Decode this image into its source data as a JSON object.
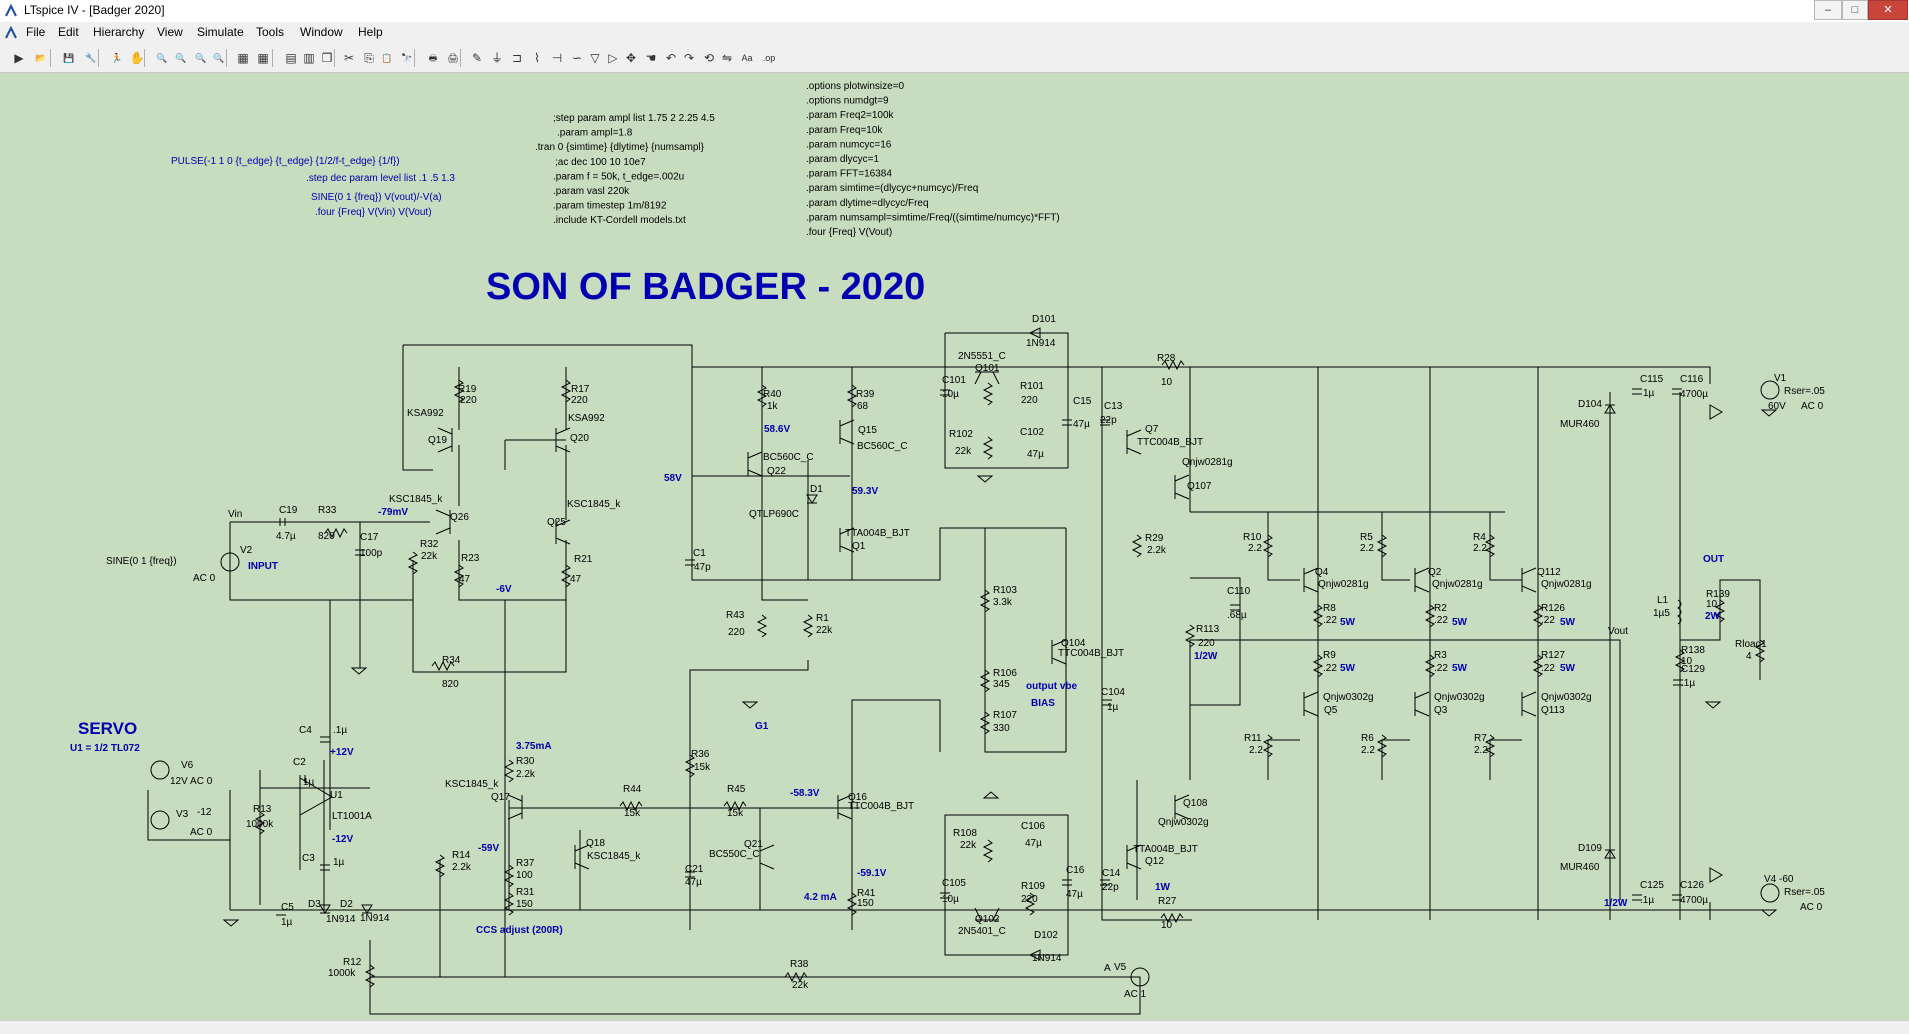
{
  "window": {
    "title": "LTspice IV - [Badger 2020]",
    "minimize": "–",
    "maximize": "□",
    "close": "✕"
  },
  "menu": [
    "File",
    "Edit",
    "Hierarchy",
    "View",
    "Simulate",
    "Tools",
    "Window",
    "Help"
  ],
  "mdi": {
    "minimize": "_",
    "restore": "❐",
    "close": "✕"
  },
  "toolbar": [
    {
      "name": "run-icon",
      "glyph": "▶"
    },
    {
      "name": "open-icon",
      "glyph": "📂"
    },
    {
      "name": "save-icon",
      "glyph": "💾"
    },
    {
      "name": "control-panel-icon",
      "glyph": "🔧"
    },
    {
      "name": "run-sim-icon",
      "glyph": "🏃"
    },
    {
      "name": "halt-icon",
      "glyph": "✋"
    },
    {
      "name": "zoom-in-icon",
      "glyph": "🔍"
    },
    {
      "name": "zoom-pan-icon",
      "glyph": "🔍"
    },
    {
      "name": "zoom-out-icon",
      "glyph": "🔍"
    },
    {
      "name": "zoom-fit-icon",
      "glyph": "🔍"
    },
    {
      "name": "autorange-icon",
      "glyph": "▦"
    },
    {
      "name": "grid-icon",
      "glyph": "▦"
    },
    {
      "name": "tile-horizontal-icon",
      "glyph": "▤"
    },
    {
      "name": "tile-vertical-icon",
      "glyph": "▥"
    },
    {
      "name": "cascade-icon",
      "glyph": "❐"
    },
    {
      "name": "cut-icon",
      "glyph": "✂"
    },
    {
      "name": "copy-icon",
      "glyph": "⎘"
    },
    {
      "name": "paste-icon",
      "glyph": "📋"
    },
    {
      "name": "find-icon",
      "glyph": "🔭"
    },
    {
      "name": "print-preview-icon",
      "glyph": "🖶"
    },
    {
      "name": "print-icon",
      "glyph": "🖨"
    },
    {
      "name": "wire-icon",
      "glyph": "✎"
    },
    {
      "name": "ground-icon",
      "glyph": "⏚"
    },
    {
      "name": "label-net-icon",
      "glyph": "⊐"
    },
    {
      "name": "resistor-icon",
      "glyph": "⌇"
    },
    {
      "name": "capacitor-icon",
      "glyph": "⊣"
    },
    {
      "name": "inductor-icon",
      "glyph": "∽"
    },
    {
      "name": "diode-icon",
      "glyph": "▽"
    },
    {
      "name": "component-icon",
      "glyph": "▷"
    },
    {
      "name": "move-icon",
      "glyph": "✥"
    },
    {
      "name": "drag-icon",
      "glyph": "☚"
    },
    {
      "name": "undo-icon",
      "glyph": "↶"
    },
    {
      "name": "redo-icon",
      "glyph": "↷"
    },
    {
      "name": "rotate-icon",
      "glyph": "⟲"
    },
    {
      "name": "mirror-icon",
      "glyph": "⇋"
    },
    {
      "name": "text-icon",
      "glyph": "Aa"
    },
    {
      "name": "spice-directive-icon",
      "glyph": ".op"
    }
  ],
  "schematic": {
    "title": "SON OF BADGER - 2020",
    "servo_title": "SERVO",
    "servo_sub": "U1 = 1/2 TL072",
    "directives": {
      "pulse": "PULSE(-1 1 0 {t_edge} {t_edge} {1/2/f-t_edge} {1/f})",
      "step_dec": ".step dec param level list .1 .5 1.3",
      "sine_line": "SINE(0 1 {freq})      V(vout)/-V(a)",
      "four1": ".four {Freq} V(Vin) V(Vout)",
      "block2": [
        ";step param ampl list 1.75 2 2.25 4.5",
        ".param ampl=1.8",
        ".tran 0 {simtime} {dlytime} {numsampl}",
        ";ac dec 100 10 10e7",
        ".param f = 50k, t_edge=.002u",
        ".param vasl 220k",
        ".param timestep 1m/8192",
        ".include KT-Cordell models.txt"
      ],
      "block3": [
        ".options plotwinsize=0",
        ".options numdgt=9",
        ".param Freq2=100k",
        ".param Freq=10k",
        ".param numcyc=16",
        ".param dlycyc=1",
        ".param FFT=16384",
        ".param simtime=(dlycyc+numcyc)/Freq",
        ".param dlytime=dlycyc/Freq",
        ".param numsampl=simtime/Freq/((simtime/numcyc)*FFT)",
        ".four {Freq}  V(Vout)"
      ]
    },
    "labels_black": [
      [
        "D101",
        1032,
        322
      ],
      [
        "1N914",
        1026,
        346
      ],
      [
        "2N5551_C",
        958,
        359
      ],
      [
        "Q101",
        975,
        371
      ],
      [
        "R28",
        1157,
        361
      ],
      [
        "10",
        1161,
        385
      ],
      [
        "C101",
        942,
        383
      ],
      [
        "10µ",
        942,
        397
      ],
      [
        "R101",
        1020,
        389
      ],
      [
        "220",
        1021,
        403
      ],
      [
        "C15",
        1073,
        404
      ],
      [
        "47µ",
        1073,
        427
      ],
      [
        "C13",
        1104,
        409
      ],
      [
        "22p",
        1100,
        423
      ],
      [
        "R102",
        949,
        437
      ],
      [
        "22k",
        955,
        454
      ],
      [
        "C102",
        1020,
        435
      ],
      [
        "47µ",
        1027,
        457
      ],
      [
        "Q7",
        1145,
        432
      ],
      [
        "TTC004B_BJT",
        1137,
        445
      ],
      [
        "Qnjw0281g",
        1182,
        465
      ],
      [
        "Q107",
        1187,
        489
      ],
      [
        "V1",
        1774,
        381
      ],
      [
        "Rser=.05",
        1784,
        394
      ],
      [
        "60V",
        1768,
        409
      ],
      [
        "AC 0",
        1801,
        409
      ],
      [
        "C115",
        1640,
        382
      ],
      [
        "1µ",
        1643,
        396
      ],
      [
        "C116",
        1680,
        382
      ],
      [
        "4700µ",
        1680,
        397
      ],
      [
        "D104",
        1578,
        407
      ],
      [
        "MUR460",
        1560,
        427
      ],
      [
        "R19",
        458,
        392
      ],
      [
        "220",
        460,
        403
      ],
      [
        "R17",
        571,
        392
      ],
      [
        "220",
        571,
        403
      ],
      [
        "KSA992",
        407,
        416
      ],
      [
        "KSA992",
        568,
        421
      ],
      [
        "Q19",
        428,
        443
      ],
      [
        "Q20",
        570,
        441
      ],
      [
        "R40",
        763,
        397
      ],
      [
        "1k",
        767,
        409
      ],
      [
        "R39",
        856,
        397
      ],
      [
        "68",
        857,
        409
      ],
      [
        "Q15",
        858,
        433
      ],
      [
        "BC560C_C",
        763,
        460
      ],
      [
        "Q22",
        767,
        474
      ],
      [
        "BC560C_C",
        857,
        449
      ],
      [
        "D1",
        810,
        492
      ],
      [
        "QTLP690C",
        749,
        517
      ],
      [
        "TTA004B_BJT",
        845,
        536
      ],
      [
        "Q1",
        852,
        549
      ],
      [
        "KSC1845_k",
        389,
        502
      ],
      [
        "Q26",
        450,
        520
      ],
      [
        "KSC1845_k",
        567,
        507
      ],
      [
        "Q25",
        547,
        525
      ],
      [
        "Vin",
        228,
        517
      ],
      [
        "C19",
        279,
        513
      ],
      [
        "4.7µ",
        276,
        539
      ],
      [
        "R33",
        318,
        513
      ],
      [
        "820",
        318,
        539
      ],
      [
        "C17",
        360,
        540
      ],
      [
        "100p",
        360,
        556
      ],
      [
        "R32",
        420,
        547
      ],
      [
        "22k",
        421,
        559
      ],
      [
        "R23",
        461,
        561
      ],
      [
        "47",
        459,
        582
      ],
      [
        "R21",
        574,
        562
      ],
      [
        "47",
        570,
        582
      ],
      [
        "V2",
        240,
        553
      ],
      [
        "SINE(0 1 {freq})",
        106,
        564
      ],
      [
        "AC 0",
        193,
        581
      ],
      [
        "C1",
        693,
        556
      ],
      [
        "47p",
        694,
        570
      ],
      [
        "R29",
        1145,
        541
      ],
      [
        "2.2k",
        1147,
        553
      ],
      [
        "R10",
        1243,
        540
      ],
      [
        "2.2",
        1248,
        551
      ],
      [
        "R5",
        1360,
        540
      ],
      [
        "2.2",
        1360,
        551
      ],
      [
        "R4",
        1473,
        540
      ],
      [
        "2.2",
        1473,
        551
      ],
      [
        "Q4",
        1315,
        575
      ],
      [
        "Qnjw0281g",
        1318,
        587
      ],
      [
        "Q2",
        1428,
        575
      ],
      [
        "Qnjw0281g",
        1432,
        587
      ],
      [
        "Q112",
        1537,
        575
      ],
      [
        "Qnjw0281g",
        1541,
        587
      ],
      [
        "C110",
        1227,
        594
      ],
      [
        ".68µ",
        1227,
        618
      ],
      [
        "R103",
        993,
        593
      ],
      [
        "3.3k",
        993,
        605
      ],
      [
        "R113",
        1196,
        632
      ],
      [
        "220",
        1198,
        646
      ],
      [
        "R8",
        1323,
        611
      ],
      [
        ".22",
        1323,
        623
      ],
      [
        "R2",
        1434,
        611
      ],
      [
        ".22",
        1434,
        623
      ],
      [
        "R126",
        1541,
        611
      ],
      [
        ".22",
        1541,
        623
      ],
      [
        "R43",
        726,
        618
      ],
      [
        "220",
        728,
        635
      ],
      [
        "R1",
        816,
        621
      ],
      [
        "22k",
        816,
        633
      ],
      [
        "Q104",
        1061,
        646
      ],
      [
        "TTC004B_BJT",
        1058,
        656
      ],
      [
        "Vout",
        1608,
        634
      ],
      [
        "L1",
        1657,
        603
      ],
      [
        "1µ5",
        1653,
        616
      ],
      [
        "R139",
        1706,
        597
      ],
      [
        "10",
        1706,
        607
      ],
      [
        "R138",
        1681,
        653
      ],
      [
        "10",
        1681,
        664
      ],
      [
        "C129",
        1681,
        672
      ],
      [
        ".1µ",
        1681,
        686
      ],
      [
        "Rload1",
        1735,
        647
      ],
      [
        "4",
        1746,
        659
      ],
      [
        "R34",
        442,
        663
      ],
      [
        "820",
        442,
        687
      ],
      [
        "R106",
        993,
        676
      ],
      [
        "345",
        993,
        687
      ],
      [
        "C104",
        1101,
        695
      ],
      [
        "1µ",
        1107,
        710
      ],
      [
        "R9",
        1323,
        658
      ],
      [
        ".22",
        1323,
        671
      ],
      [
        "R3",
        1434,
        658
      ],
      [
        ".22",
        1434,
        671
      ],
      [
        "R127",
        1541,
        658
      ],
      [
        ".22",
        1541,
        671
      ],
      [
        "Qnjw0302g",
        1323,
        700
      ],
      [
        "Q5",
        1324,
        713
      ],
      [
        "Qnjw0302g",
        1434,
        700
      ],
      [
        "Q3",
        1434,
        713
      ],
      [
        "Qnjw0302g",
        1541,
        700
      ],
      [
        "Q113",
        1541,
        713
      ],
      [
        "R107",
        993,
        718
      ],
      [
        "330",
        993,
        731
      ],
      [
        "C4",
        299,
        733
      ],
      [
        ".1µ",
        333,
        733
      ],
      [
        "R11",
        1244,
        741
      ],
      [
        "2.2",
        1249,
        753
      ],
      [
        "R6",
        1361,
        741
      ],
      [
        "2.2",
        1361,
        753
      ],
      [
        "R7",
        1474,
        741
      ],
      [
        "2.2",
        1474,
        753
      ],
      [
        "R36",
        691,
        757
      ],
      [
        "15k",
        694,
        770
      ],
      [
        "V6",
        181,
        768
      ],
      [
        "12V AC 0",
        170,
        784
      ],
      [
        "C2",
        293,
        765
      ],
      [
        "1µ",
        303,
        785
      ],
      [
        "R30",
        516,
        764
      ],
      [
        "2.2k",
        516,
        777
      ],
      [
        "KSC1845_k",
        445,
        787
      ],
      [
        "Q17",
        491,
        800
      ],
      [
        "V3",
        176,
        817
      ],
      [
        "-12",
        197,
        815
      ],
      [
        "AC 0",
        190,
        835
      ],
      [
        "R13",
        253,
        812
      ],
      [
        "1000k",
        246,
        827
      ],
      [
        "U1",
        330,
        798
      ],
      [
        "LT1001A",
        332,
        819
      ],
      [
        "R44",
        623,
        792
      ],
      [
        "15k",
        624,
        816
      ],
      [
        "R45",
        727,
        792
      ],
      [
        "15k",
        727,
        816
      ],
      [
        "Q16",
        848,
        800
      ],
      [
        "TTC004B_BJT",
        848,
        809
      ],
      [
        "R108",
        953,
        836
      ],
      [
        "22k",
        960,
        848
      ],
      [
        "C106",
        1021,
        829
      ],
      [
        "47µ",
        1025,
        846
      ],
      [
        "Q108",
        1183,
        806
      ],
      [
        "Qnjw0302g",
        1158,
        825
      ],
      [
        "Q18",
        586,
        846
      ],
      [
        "KSC1845_k",
        587,
        859
      ],
      [
        "Q21",
        744,
        847
      ],
      [
        "BC550C_C",
        709,
        857
      ],
      [
        "R14",
        452,
        858
      ],
      [
        "2.2k",
        452,
        870
      ],
      [
        "C3",
        302,
        861
      ],
      [
        "1µ",
        333,
        865
      ],
      [
        "R37",
        516,
        866
      ],
      [
        "100",
        516,
        878
      ],
      [
        "C21",
        685,
        872
      ],
      [
        "47µ",
        685,
        885
      ],
      [
        "R41",
        857,
        896
      ],
      [
        "150",
        857,
        906
      ],
      [
        "C16",
        1066,
        873
      ],
      [
        "47µ",
        1066,
        897
      ],
      [
        "C14",
        1102,
        876
      ],
      [
        "22p",
        1102,
        890
      ],
      [
        "TTA004B_BJT",
        1133,
        852
      ],
      [
        "Q12",
        1145,
        864
      ],
      [
        "R109",
        1021,
        889
      ],
      [
        "220",
        1021,
        902
      ],
      [
        "C105",
        942,
        886
      ],
      [
        "10µ",
        942,
        902
      ],
      [
        "R27",
        1158,
        904
      ],
      [
        "10",
        1161,
        928
      ],
      [
        "V4 -60",
        1764,
        882
      ],
      [
        "Rser=.05",
        1784,
        895
      ],
      [
        "AC 0",
        1800,
        910
      ],
      [
        "C125",
        1640,
        888
      ],
      [
        ".1µ",
        1640,
        903
      ],
      [
        "C126",
        1680,
        888
      ],
      [
        "4700µ",
        1680,
        903
      ],
      [
        "D109",
        1578,
        851
      ],
      [
        "MUR460",
        1560,
        870
      ],
      [
        "R31",
        516,
        895
      ],
      [
        "150",
        516,
        907
      ],
      [
        "C5",
        281,
        910
      ],
      [
        "1µ",
        281,
        925
      ],
      [
        "D3",
        308,
        907
      ],
      [
        "D2",
        340,
        907
      ],
      [
        "1N914",
        326,
        922
      ],
      [
        "1N914",
        360,
        921
      ],
      [
        "Q102",
        975,
        922
      ],
      [
        "2N5401_C",
        958,
        934
      ],
      [
        "D102",
        1034,
        938
      ],
      [
        "1N914",
        1032,
        961
      ],
      [
        "R12",
        343,
        965
      ],
      [
        "1000k",
        328,
        976
      ],
      [
        "R38",
        790,
        967
      ],
      [
        "22k",
        792,
        988
      ],
      [
        "A",
        1104,
        971
      ],
      [
        "V5",
        1114,
        970
      ],
      [
        "AC 1",
        1124,
        997
      ]
    ],
    "labels_blue": [
      [
        "-79mV",
        378,
        515
      ],
      [
        "INPUT",
        248,
        569
      ],
      [
        "58V",
        664,
        481
      ],
      [
        "58.6V",
        764,
        432
      ],
      [
        "59.3V",
        852,
        494
      ],
      [
        "-6V",
        496,
        592
      ],
      [
        "5W",
        1340,
        625
      ],
      [
        "5W",
        1452,
        625
      ],
      [
        "5W",
        1560,
        625
      ],
      [
        "1/2W",
        1194,
        659
      ],
      [
        "OUT",
        1703,
        562
      ],
      [
        "2W",
        1705,
        619
      ],
      [
        "output vbe",
        1026,
        689
      ],
      [
        "BIAS",
        1031,
        706
      ],
      [
        "5W",
        1340,
        671
      ],
      [
        "5W",
        1452,
        671
      ],
      [
        "5W",
        1560,
        671
      ],
      [
        "3.75mA",
        516,
        749
      ],
      [
        "+12V",
        330,
        755
      ],
      [
        "-58.3V",
        790,
        796
      ],
      [
        "-12V",
        332,
        842
      ],
      [
        "-59V",
        478,
        851
      ],
      [
        "-59.1V",
        857,
        876
      ],
      [
        "4.2 mA",
        804,
        900
      ],
      [
        "1W",
        1155,
        890
      ],
      [
        "1/2W",
        1604,
        906
      ],
      [
        "CCS adjust (200R)",
        476,
        933
      ],
      [
        "G1",
        755,
        729
      ]
    ]
  }
}
